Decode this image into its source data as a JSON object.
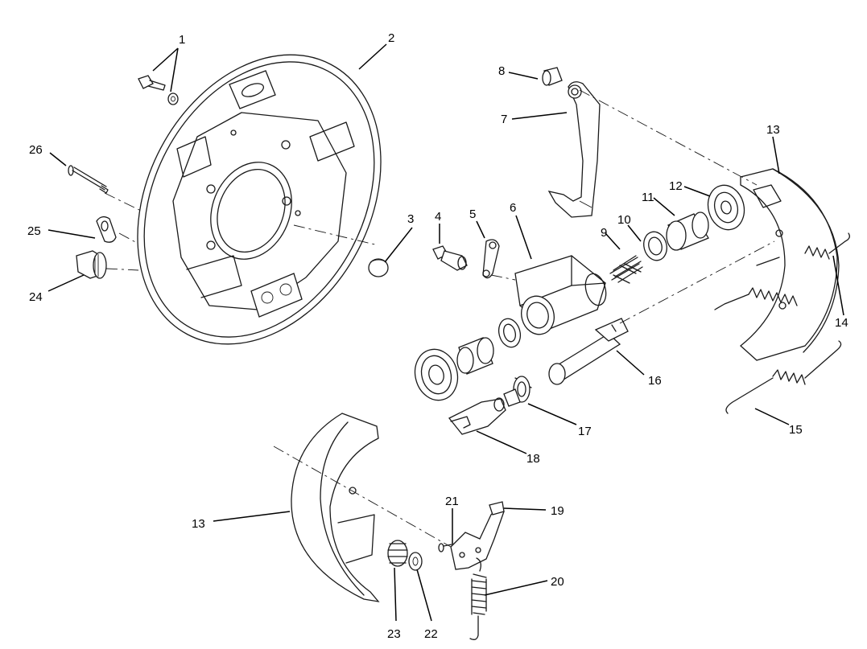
{
  "callouts": {
    "c1": "1",
    "c2": "2",
    "c3": "3",
    "c4": "4",
    "c5": "5",
    "c6": "6",
    "c7": "7",
    "c8": "8",
    "c9": "9",
    "c10": "10",
    "c11": "11",
    "c12": "12",
    "c13_top": "13",
    "c14": "14",
    "c15": "15",
    "c16": "16",
    "c17": "17",
    "c18": "18",
    "c19": "19",
    "c20": "20",
    "c21": "21",
    "c22": "22",
    "c23": "23",
    "c24": "24",
    "c25": "25",
    "c26": "26",
    "c13_bottom": "13"
  },
  "colors": {
    "line": "#1a1a1a",
    "background": "#ffffff"
  }
}
